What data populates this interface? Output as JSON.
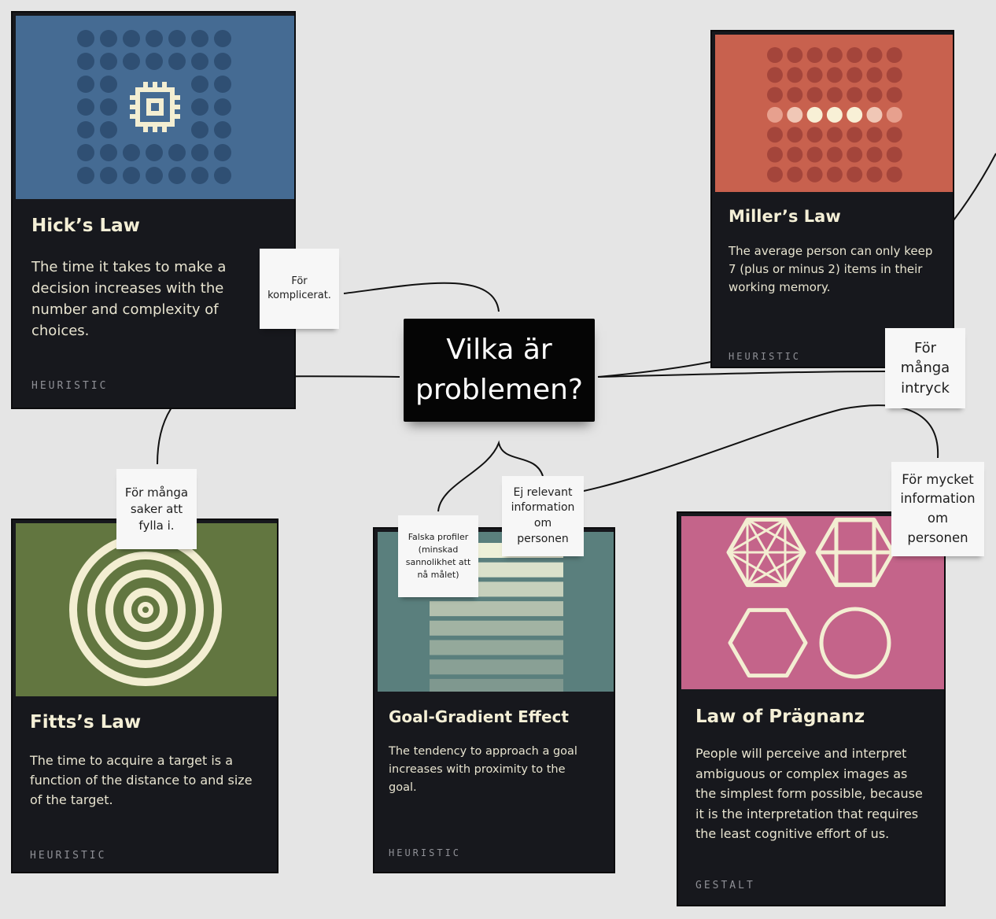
{
  "central": {
    "text": "Vilka är\nproblemen?"
  },
  "cards": {
    "hicks": {
      "title": "Hick’s Law",
      "description": "The time it takes to make a decision increases with the number and complexity of choices.",
      "tag": "HEURISTIC",
      "color": "#456b93"
    },
    "millers": {
      "title": "Miller’s Law",
      "description": "The average person can only keep 7 (plus or minus 2) items in their working memory.",
      "tag": "HEURISTIC",
      "color": "#c8614e"
    },
    "fitts": {
      "title": "Fitts’s Law",
      "description": "The time to acquire a target is a function of the distance to and size of the target.",
      "tag": "HEURISTIC",
      "color": "#627640"
    },
    "goal": {
      "title": "Goal-Gradient Effect",
      "description": "The tendency to approach a goal increases with proximity to the goal.",
      "tag": "HEURISTIC",
      "color": "#5a7f7d"
    },
    "pragnanz": {
      "title": "Law of Prägnanz",
      "description": "People will perceive and interpret ambiguous or complex images as the simplest form possible, because it is the interpretation that requires the least cognitive effort of us.",
      "tag": "GESTALT",
      "color": "#c4648a"
    }
  },
  "stickies": {
    "komplicerat": "För\nkomplicerat.",
    "manga_saker": "För många\nsaker att\nfylla i.",
    "falska": "Falska profiler\n(minskad\nsannolikhet att\nnå målet)",
    "ej_relevant": "Ej relevant\ninformation\nom\npersonen",
    "manga_intryck": "För\nmånga\nintryck",
    "mycket_info": "För mycket\ninformation\nom\npersonen"
  },
  "colors": {
    "canvas": "#e5e5e5",
    "card_bg": "#17181d",
    "title": "#f4efd6",
    "icon": "#f3eed2"
  }
}
